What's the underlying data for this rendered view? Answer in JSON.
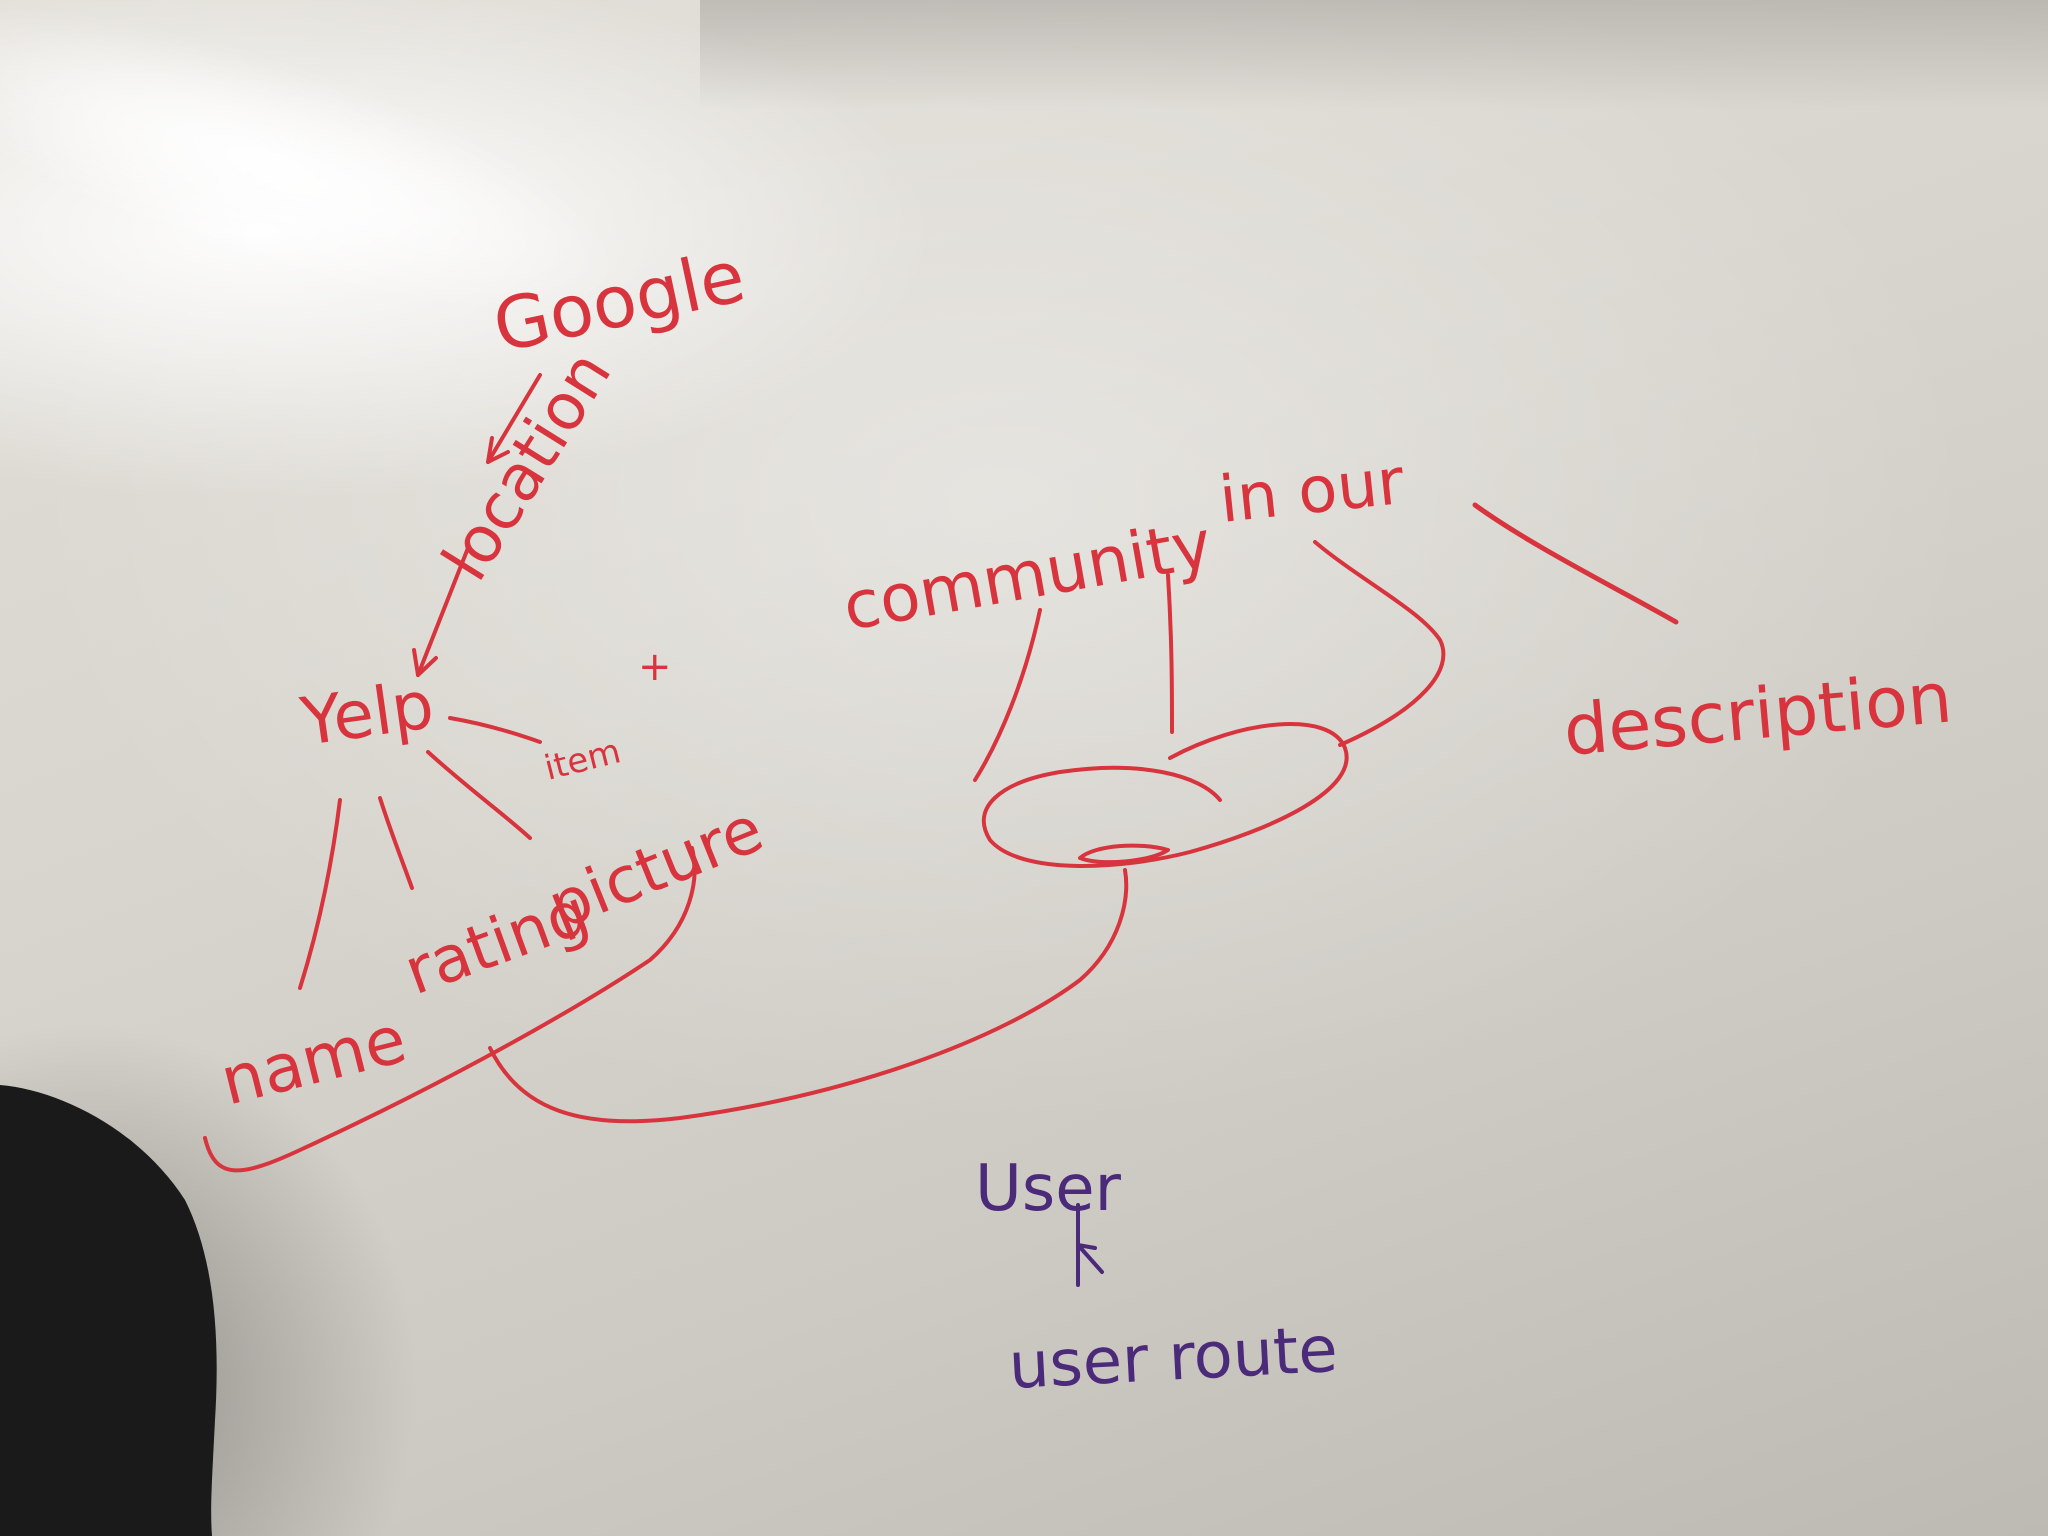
{
  "whiteboard": {
    "words": {
      "google": "Google",
      "location": "location",
      "yelp": "Yelp",
      "item": "item",
      "plus": "+",
      "community": "community",
      "in_our": "in our",
      "description": "description",
      "name": "name",
      "rating": "rating",
      "picture": "picture",
      "user": "User",
      "user_route": "user route"
    }
  },
  "colors": {
    "red_marker": "#d8343e",
    "purple_marker": "#4b2a7a",
    "board": "#d8d5ce"
  }
}
